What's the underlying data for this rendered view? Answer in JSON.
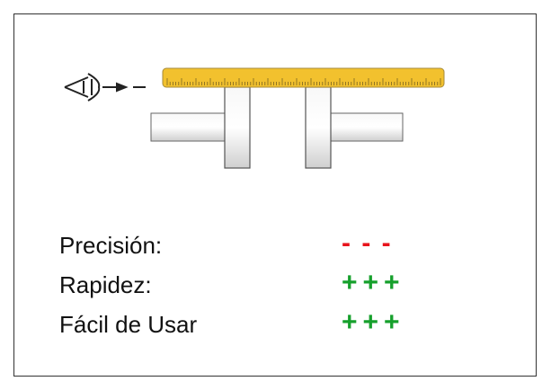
{
  "ratings": [
    {
      "label": "Precisión:",
      "symbol": "- - -",
      "color": "#e8141c"
    },
    {
      "label": "Rapidez:",
      "symbol": "+++",
      "color": "#16a02c"
    },
    {
      "label": "Fácil de Usar",
      "symbol": "+++",
      "color": "#16a02c"
    }
  ],
  "colors": {
    "ruler": "#f2c12e",
    "shaft": "#e2e2e2"
  }
}
